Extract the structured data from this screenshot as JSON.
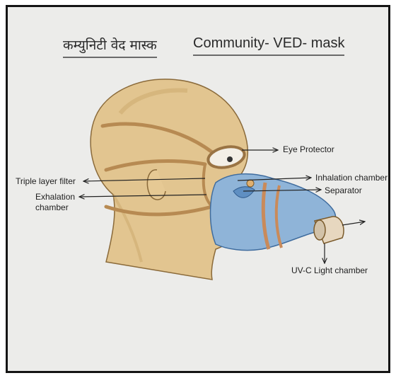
{
  "titles": {
    "hindi": "कम्युनिटी वेद मास्क",
    "english": "Community- VED- mask"
  },
  "labels": {
    "eye_protector": "Eye Protector",
    "triple_layer_filter": "Triple layer filter",
    "inhalation_chamber": "Inhalation chamber",
    "exhalation_chamber_line1": "Exhalation",
    "exhalation_chamber_line2": "chamber",
    "separator": "Separator",
    "uvc_light_chamber": "UV-C Light chamber"
  },
  "colors": {
    "skin": "#e2c590",
    "skin_shade": "#c9a86a",
    "strap": "#b78a52",
    "mask_blue": "#8fb4d8",
    "mask_blue_dark": "#5f8fc2",
    "frame_bg": "#ececea"
  }
}
